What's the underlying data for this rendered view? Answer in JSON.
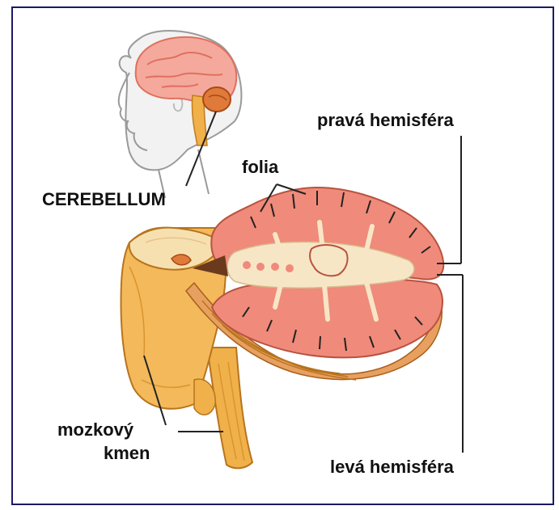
{
  "labels": {
    "right_hemisphere": "pravá hemisféra",
    "folia": "folia",
    "cerebellum": "CEREBELLUM",
    "brainstem_line1": "mozkový",
    "brainstem_line2": "kmen",
    "left_hemisphere": "levá hemisféra"
  },
  "colors": {
    "frame": "#1a1a66",
    "cortex": "#f08a7a",
    "white_matter": "#f7e6c6",
    "stem": "#f0b04a",
    "skin": "#f1f1f1",
    "brain_pink": "#f4a99c"
  }
}
